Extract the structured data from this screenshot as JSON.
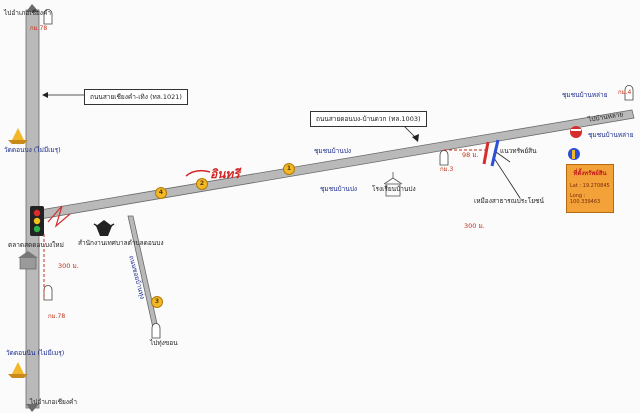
{
  "labels": {
    "top_dest": "ไปอำเภอเชียงคำ",
    "bottom_dest": "ไปอำเภอเชียงคำ",
    "road_vertical": "ถนนสายเชียงคำ-เทิง (ทล.1021)",
    "road_diagonal": "ถนนสายดอนบง-บ้านดวก (ทล.1003)",
    "km_top": "กม.78",
    "km_bottom": "กม.78",
    "km_right_end": "กม.4",
    "km_marker": "กม.3",
    "temple_top": "วัดดอนบง (ไม่มีเมรุ)",
    "temple_bottom": "วัดดอนนิน (ไม่มีเมรุ)",
    "market": "ตลาดสดดอนบงใหม่",
    "health_office": "สำนักงานเทศบาลตำบลดอนบง",
    "community_1": "ชุมชนบ้านปง",
    "community_2": "ชุมชนบ้านปง",
    "community_right_top": "ชุมชนบ้านหล่าย",
    "community_right_mid": "ชุมชนบ้านหล่าย",
    "school": "โรงเรียนบ้านปง",
    "branch_road": "ถนนซอยบ้านทุ่ง",
    "branch_dest": "ไปทุ่งขอน",
    "dist_300_left": "300 ม.",
    "dist_300_right": "300 ม.",
    "dist_98": "98 ม.",
    "property_callout": "แนวทรัพย์สิน",
    "canal_callout": "เหมืองสาธารณประโยชน์",
    "right_road_end": "ไปบ้านหล่าย",
    "brand": "อินทรี"
  },
  "infobox": {
    "title": "ที่ตั้งทรัพย์สิน",
    "lat": "Lat : 19.270845",
    "lng": "Long : 100.339463"
  },
  "markers": [
    "1",
    "2",
    "3",
    "4"
  ],
  "colors": {
    "road_fill": "#b9b9b9",
    "road_edge": "#6a6a6a",
    "label_blue": "#1a2a8c",
    "distance_red": "#c0311a",
    "property_blue": "#2c4fd6",
    "property_red": "#d62c2c",
    "infobox_fill": "#f3a23a"
  }
}
